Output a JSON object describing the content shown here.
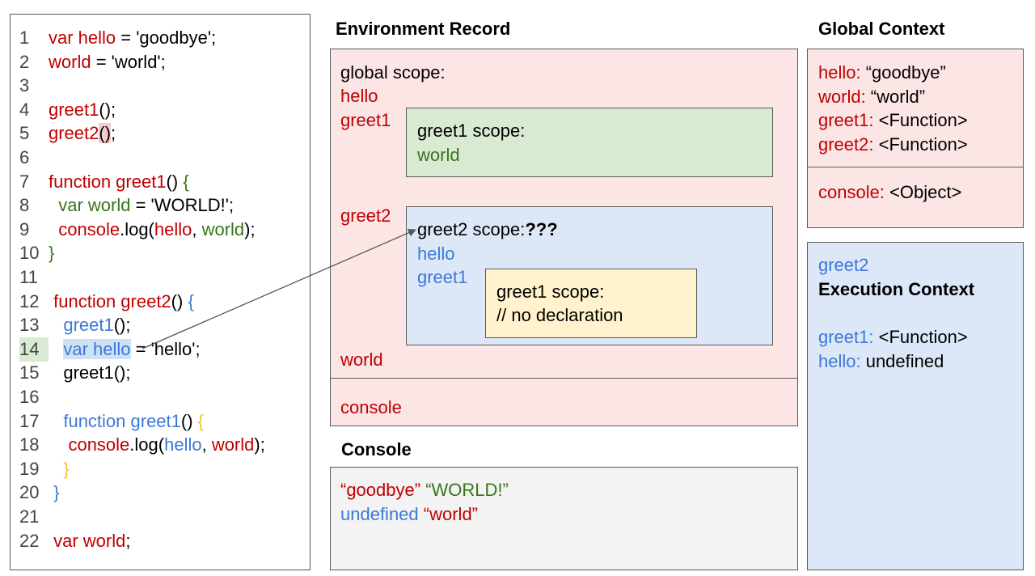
{
  "code": {
    "lines": [
      {
        "n": "1",
        "parts": [
          {
            "t": "var hello",
            "c": "red"
          },
          {
            "t": " = 'goodbye';"
          }
        ]
      },
      {
        "n": "2",
        "parts": [
          {
            "t": "world",
            "c": "red"
          },
          {
            "t": " = 'world';"
          }
        ]
      },
      {
        "n": "3",
        "parts": []
      },
      {
        "n": "4",
        "parts": [
          {
            "t": "greet1",
            "c": "red"
          },
          {
            "t": "();"
          }
        ]
      },
      {
        "n": "5",
        "parts": [
          {
            "t": "greet2",
            "c": "red"
          },
          {
            "t": "()",
            "bg": "hl-red"
          },
          {
            "t": ";"
          }
        ]
      },
      {
        "n": "6",
        "parts": []
      },
      {
        "n": "7",
        "parts": [
          {
            "t": "function greet1",
            "c": "red"
          },
          {
            "t": "() "
          },
          {
            "t": "{",
            "c": "green"
          }
        ]
      },
      {
        "n": "8",
        "parts": [
          {
            "t": "  "
          },
          {
            "t": "var world",
            "c": "green"
          },
          {
            "t": " = 'WORLD!';"
          }
        ]
      },
      {
        "n": "9",
        "parts": [
          {
            "t": "  "
          },
          {
            "t": "console",
            "c": "red"
          },
          {
            "t": ".log("
          },
          {
            "t": "hello",
            "c": "red"
          },
          {
            "t": ", "
          },
          {
            "t": "world",
            "c": "green"
          },
          {
            "t": ");"
          }
        ]
      },
      {
        "n": "10",
        "parts": [
          {
            "t": "}",
            "c": "green"
          }
        ]
      },
      {
        "n": "11",
        "parts": []
      },
      {
        "n": "12",
        "parts": [
          {
            "t": " "
          },
          {
            "t": "function greet2",
            "c": "red"
          },
          {
            "t": "() "
          },
          {
            "t": "{",
            "c": "blue"
          }
        ]
      },
      {
        "n": "13",
        "parts": [
          {
            "t": "   "
          },
          {
            "t": "greet1",
            "c": "blue"
          },
          {
            "t": "();"
          }
        ]
      },
      {
        "n": "14",
        "hl": true,
        "parts": [
          {
            "t": "   "
          },
          {
            "t": "var hello",
            "c": "blue",
            "bg": "hl-blue"
          },
          {
            "t": " = 'hello';"
          }
        ]
      },
      {
        "n": "15",
        "parts": [
          {
            "t": "   greet1();"
          }
        ]
      },
      {
        "n": "16",
        "parts": []
      },
      {
        "n": "17",
        "parts": [
          {
            "t": "   "
          },
          {
            "t": "function greet1",
            "c": "blue"
          },
          {
            "t": "() "
          },
          {
            "t": "{",
            "c": "yel"
          }
        ]
      },
      {
        "n": "18",
        "parts": [
          {
            "t": "    "
          },
          {
            "t": "console",
            "c": "red"
          },
          {
            "t": ".log("
          },
          {
            "t": "hello",
            "c": "blue"
          },
          {
            "t": ", "
          },
          {
            "t": "world",
            "c": "red"
          },
          {
            "t": ");"
          }
        ]
      },
      {
        "n": "19",
        "parts": [
          {
            "t": "   "
          },
          {
            "t": "}",
            "c": "yel"
          }
        ]
      },
      {
        "n": "20",
        "parts": [
          {
            "t": " "
          },
          {
            "t": "}",
            "c": "blue"
          }
        ]
      },
      {
        "n": "21",
        "parts": []
      },
      {
        "n": "22",
        "parts": [
          {
            "t": " "
          },
          {
            "t": "var world",
            "c": "red"
          },
          {
            "t": ";"
          }
        ]
      }
    ]
  },
  "env": {
    "title": "Environment Record",
    "global_label": "global scope:",
    "hello": "hello",
    "greet1": "greet1",
    "greet2": "greet2",
    "world": "world",
    "console": "console",
    "greet1_scope": {
      "title": "greet1 scope:",
      "var": "world"
    },
    "greet2_scope": {
      "title": "greet2 scope:",
      "title_bold": "???",
      "hello": "hello",
      "greet1": "greet1",
      "inner": {
        "title": "greet1 scope:",
        "note": "// no declaration"
      }
    }
  },
  "console": {
    "title": "Console",
    "line1": [
      {
        "t": "“goodbye”",
        "c": "red"
      },
      {
        "t": " "
      },
      {
        "t": "“WORLD!”",
        "c": "green"
      }
    ],
    "line2": [
      {
        "t": "undefined",
        "c": "blue"
      },
      {
        "t": " "
      },
      {
        "t": "“world”",
        "c": "red"
      }
    ]
  },
  "global_context": {
    "title": "Global Context",
    "entries": [
      {
        "k": "hello:",
        "v": " “goodbye”"
      },
      {
        "k": "world:",
        "v": " “world”"
      },
      {
        "k": "greet1:",
        "v": " <Function>"
      },
      {
        "k": "greet2:",
        "v": " <Function>"
      }
    ],
    "console": {
      "k": "console:",
      "v": " <Object>"
    }
  },
  "exec_context": {
    "name": "greet2",
    "title": "Execution Context",
    "entries": [
      {
        "k": "greet1:",
        "v": " <Function>"
      },
      {
        "k": "hello:",
        "v": " undefined"
      }
    ]
  },
  "colors": {
    "red": "#c00000",
    "green": "#38761d",
    "blue": "#3c78d8",
    "yellow": "#f1c232",
    "env_bg": "#fce5e5",
    "green_bg": "#d9ead3",
    "blue_bg": "#dce8f8",
    "yellow_bg": "#fff2cc",
    "console_bg": "#f3f3f3"
  }
}
